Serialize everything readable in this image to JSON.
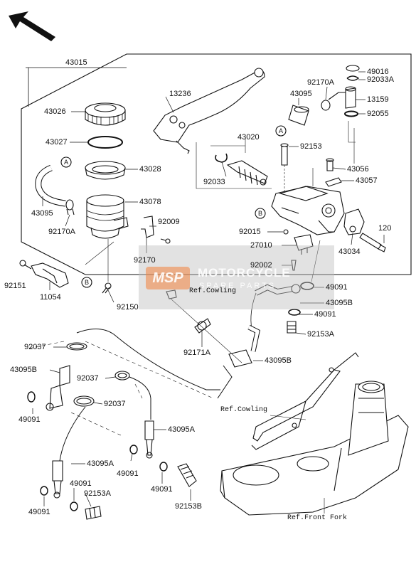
{
  "callouts": {
    "c43015": "43015",
    "c43026": "43026",
    "c43027": "43027",
    "c43028": "43028",
    "c43095_res": "43095",
    "c43078": "43078",
    "c92170A_res": "92170A",
    "c92009": "92009",
    "c92170": "92170",
    "c92151": "92151",
    "c11054": "11054",
    "c92150": "92150",
    "c13236": "13236",
    "c43020": "43020",
    "c92033": "92033",
    "c43095_top": "43095",
    "c92170A_top": "92170A",
    "c49016": "49016",
    "c92033A": "92033A",
    "c13159": "13159",
    "c92055": "92055",
    "c92153": "92153",
    "c43056": "43056",
    "c43057": "43057",
    "c92015": "92015",
    "c27010": "27010",
    "c92002": "92002",
    "c120": "120",
    "c43034": "43034",
    "c49091_a": "49091",
    "c43095B_a": "43095B",
    "c49091_b": "49091",
    "c92153A_a": "92153A",
    "c92171A": "92171A",
    "c43095B_b": "43095B",
    "c92037_a": "92037",
    "c43095B_c": "43095B",
    "c92037_b": "92037",
    "c92037_c": "92037",
    "c49091_c": "49091",
    "c43095A_a": "43095A",
    "c43095A_b": "43095A",
    "c49091_d": "49091",
    "c49091_e": "49091",
    "c49091_f": "49091",
    "c92153A_b": "92153A",
    "c49091_g": "49091",
    "c92153B": "92153B"
  },
  "references": {
    "cowling_1": "Ref.Cowling",
    "cowling_2": "Ref.Cowling",
    "front_fork": "Ref.Front Fork"
  },
  "markers": {
    "a1": "A",
    "a2": "A",
    "b1": "B",
    "b2": "B"
  },
  "watermark": {
    "logo": "MSP",
    "line1": "MOTORCYCLE",
    "line2": "SPARE PARTS"
  },
  "colors": {
    "line": "#111111",
    "watermark_accent": "#f2823c"
  }
}
